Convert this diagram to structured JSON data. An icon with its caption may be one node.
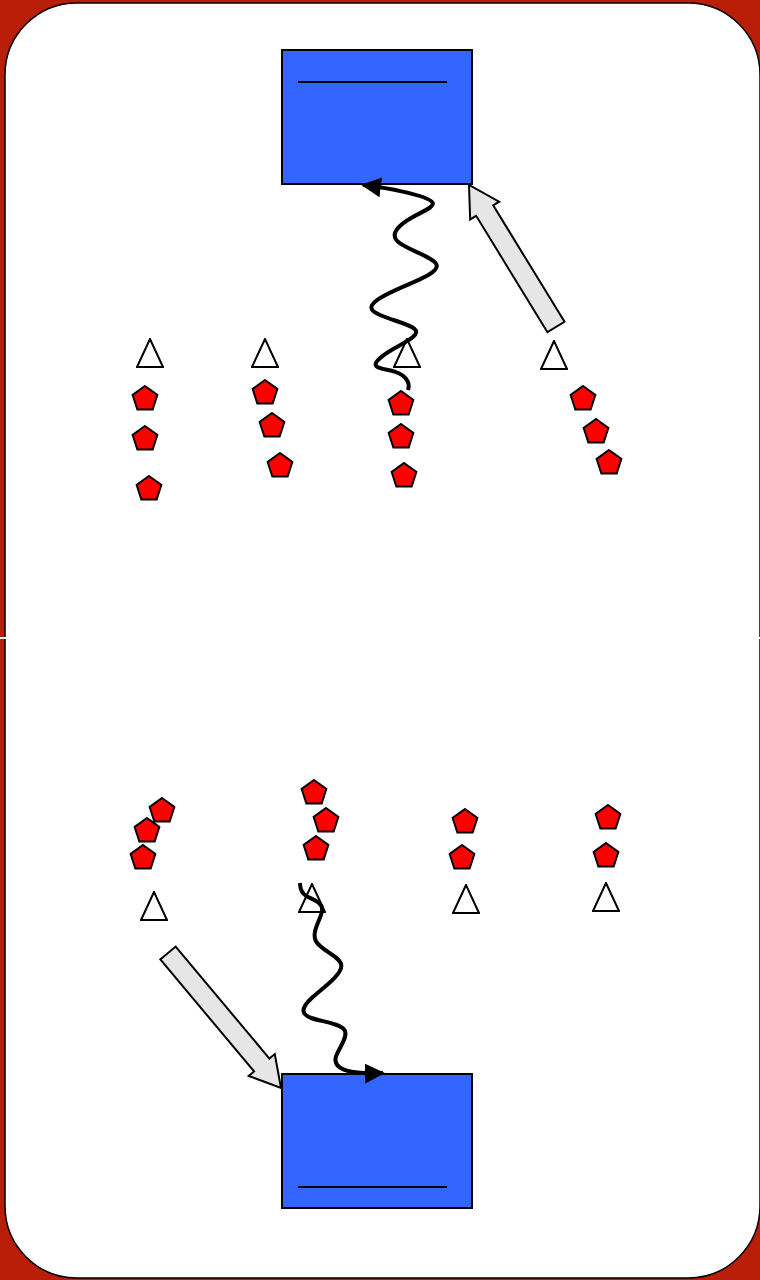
{
  "diagram": {
    "nodes": [
      {
        "text": [],
        "shape": "box"
      },
      {
        "text": [],
        "shape": "triangle"
      },
      {
        "text": [],
        "shape": "triangle"
      },
      {
        "text": [],
        "shape": "triangle"
      },
      {
        "text": [],
        "shape": "triangle"
      },
      {
        "text": [],
        "shape": "pentagon"
      },
      {
        "text": [],
        "shape": "pentagon"
      },
      {
        "text": [],
        "shape": "pentagon"
      },
      {
        "text": [],
        "shape": "pentagon"
      },
      {
        "text": [],
        "shape": "pentagon"
      },
      {
        "text": [],
        "shape": "pentagon"
      },
      {
        "text": [],
        "shape": "pentagon"
      },
      {
        "text": [],
        "shape": "pentagon"
      },
      {
        "text": [],
        "shape": "pentagon"
      },
      {
        "text": [],
        "shape": "pentagon"
      },
      {
        "text": [],
        "shape": "pentagon"
      },
      {
        "text": [],
        "shape": "pentagon"
      },
      {
        "text": [],
        "shape": "pentagon"
      },
      {
        "text": [],
        "shape": "pentagon"
      },
      {
        "text": [],
        "shape": "pentagon"
      },
      {
        "text": [],
        "shape": "pentagon"
      },
      {
        "text": [],
        "shape": "pentagon"
      },
      {
        "text": [],
        "shape": "pentagon"
      },
      {
        "text": [],
        "shape": "pentagon"
      },
      {
        "text": [],
        "shape": "pentagon"
      },
      {
        "text": [],
        "shape": "pentagon"
      },
      {
        "text": [],
        "shape": "pentagon"
      },
      {
        "text": [],
        "shape": "triangle"
      },
      {
        "text": [],
        "shape": "triangle"
      },
      {
        "text": [],
        "shape": "triangle"
      },
      {
        "text": [],
        "shape": "triangle"
      },
      {
        "text": [],
        "shape": "box"
      }
    ],
    "edges": [
      {
        "from": 11,
        "to": 0,
        "arrow": "to"
      },
      {
        "from": null,
        "to": 0,
        "arrow": "to",
        "style": "thick"
      },
      {
        "from": 28,
        "to": 31,
        "arrow": "to"
      },
      {
        "from": null,
        "to": 31,
        "arrow": "to",
        "style": "thick"
      }
    ]
  }
}
